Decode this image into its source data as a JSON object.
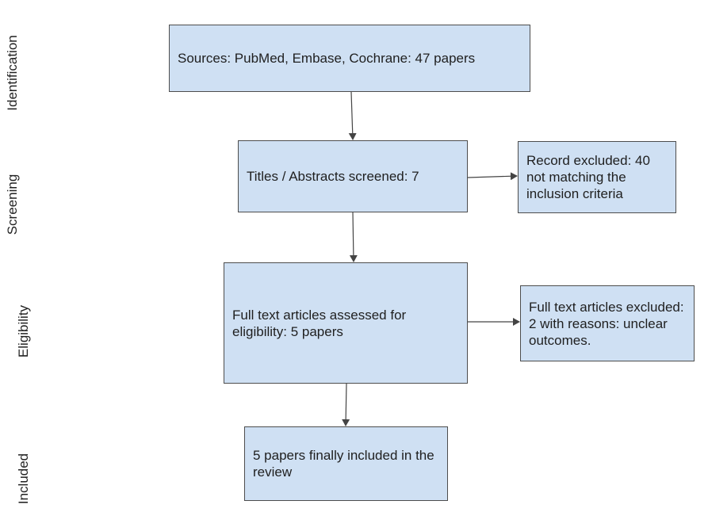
{
  "stages": {
    "identification": "Identification",
    "screening": "Screening",
    "eligibility": "Eligibility",
    "included": "Included"
  },
  "boxes": {
    "sources": "Sources: PubMed, Embase, Cochrane: 47 papers",
    "screened": "Titles / Abstracts screened: 7",
    "excluded_records": "Record excluded: 40 not matching the inclusion criteria",
    "full_text_assessed": "Full text articles assessed for eligibility: 5 papers",
    "full_text_excluded": "Full text articles excluded: 2 with reasons: unclear outcomes.",
    "included": "5 papers finally included in the review"
  },
  "colors": {
    "box_fill": "#cfe0f3",
    "box_border": "#4d4d4d",
    "arrow": "#444444"
  }
}
